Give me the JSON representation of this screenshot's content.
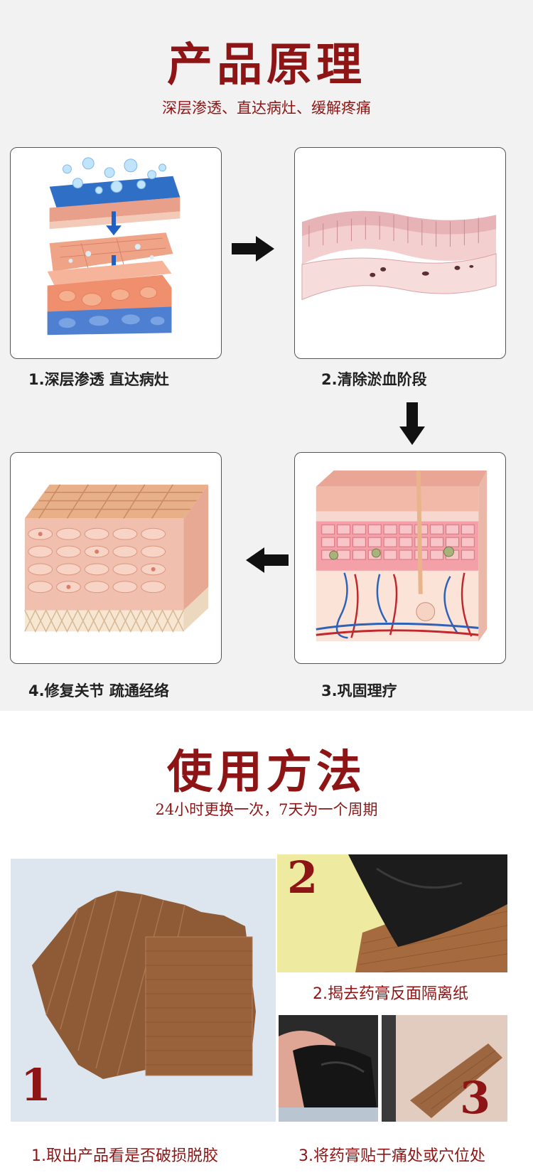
{
  "principle": {
    "title": "产品原理",
    "subtitle": "深层渗透、直达病灶、缓解疼痛",
    "steps": [
      {
        "label": "1.深层渗透 直达病灶"
      },
      {
        "label": "2.清除淤血阶段"
      },
      {
        "label": "3.巩固理疗"
      },
      {
        "label": "4.修复关节 疏通经络"
      }
    ]
  },
  "usage": {
    "title": "使用方法",
    "subtitle": "24小时更换一次，7天为一个周期",
    "steps": [
      {
        "badge": "1",
        "caption": "1.取出产品看是否破损脱胶"
      },
      {
        "badge": "2",
        "caption": "2.揭去药膏反面隔离纸"
      },
      {
        "badge": "3",
        "caption": "3.将药膏贴于痛处或穴位处"
      }
    ]
  },
  "colors": {
    "accent": "#8e1515",
    "background": "#f2f2f2"
  }
}
